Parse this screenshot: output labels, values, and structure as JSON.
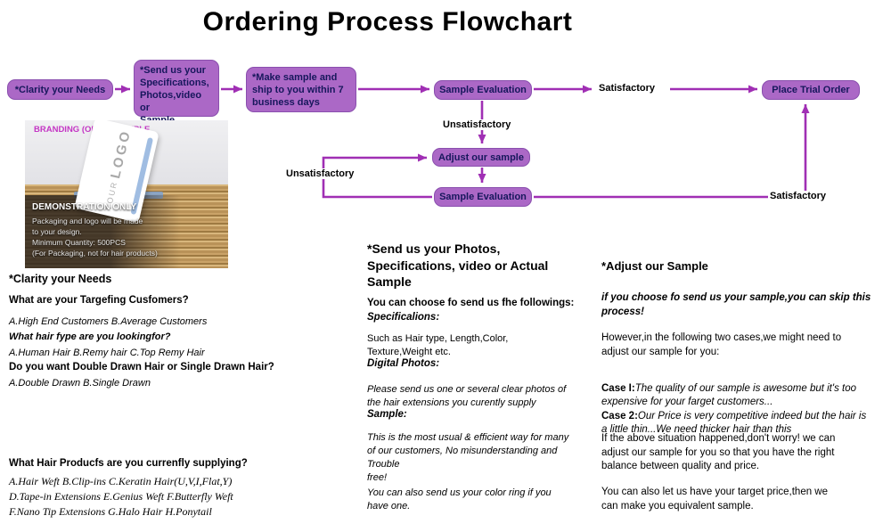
{
  "title": "Ordering Process Flowchart",
  "colors": {
    "node_fill": "#ab68c6",
    "node_border": "#8a4fae",
    "node_text": "#17175c",
    "arrow": "#a02fb4",
    "brand_caption": "#c435c4"
  },
  "flowchart": {
    "node_clarity": "*Clarity your Needs",
    "node_send": "*Send us your\nSpecifications,\nPhotos,video or\nSample",
    "node_make": "*Make sample and\nship to you within 7\nbusiness days",
    "node_eval1": "Sample Evaluation",
    "node_place": "Place Trial Order",
    "node_adjust": "Adjust our sample",
    "node_eval2": "Sample Evaluation",
    "label_satisfactory_top": "Satisfactory",
    "label_unsatisfactory_top": "Unsatisfactory",
    "label_unsatisfactory_left": "Unsatisfactory",
    "label_satisfactory_bottom": "Satisfactory"
  },
  "photo": {
    "brand_caption": "BRANDING (OEM) EXAMPLE",
    "logo_line1": "YOUR",
    "logo_line2": "LOGO",
    "demo_title": "DEMONSTRATION ONLY",
    "demo_lines": "Packaging and logo will be made\nto your design.\nMinimum Quantity: 500PCS\n(For Packaging, not for hair products)"
  },
  "clarity": {
    "heading": "*Clarity your Needs",
    "q1": "What are your Targefing Cusfomers?",
    "a1": "A.High End Customers    B.Average Customers",
    "q2": "What hair fype are you lookingfor?",
    "a2": "A.Human Hair   B.Remy hair   C.Top Remy Hair",
    "q3": "Do you want Double Drawn Hair or Single Drawn Hair?",
    "a3": "A.Double Drawn    B.Single Drawn"
  },
  "supplying": {
    "heading": "What Hair Producfs are you currenfly supplying?",
    "line1": "A.Hair Weft  B.Clip-ins  C.Keratin Hair(U,V,I,Flat,Y)",
    "line2": "D.Tape-in Extensions E.Genius Weft   F.Butterfly Weft",
    "line3": "F.Nano Tip Extensions G.Halo Hair  H.Ponytail"
  },
  "send_section": {
    "heading": "*Send us your Photos,\nSpecifications, video or Actual\nSample",
    "intro": "You can choose fo send us fhe followings:",
    "spec_label": "Specificalions:",
    "spec_text": "Such as Hair type, Length,Color,\nTexture,Weight etc.",
    "photos_label": "Digital Photos:",
    "photos_text": "Please send us one or several clear photos of\nthe hair extensions you curently supply",
    "sample_label": "Sample:",
    "sample_text": "This is the most usual & efficient way for many\nof our customers, No misunderstanding and\nTrouble\nfree!",
    "extra_text": "You can also send us your color ring if you\nhave one."
  },
  "adjust_section": {
    "heading": "*Adjust our Sample",
    "skip_note": "if you choose fo send us your sample,you can skip this\nprocess!",
    "however": "However,in the following two cases,we might need to\nadjust our sample for you:",
    "case1_label": "Case I:",
    "case1_text": "The quality of our sample is awesome but it's too\nexpensive for your farget customers...",
    "case2_label": "Case 2:",
    "case2_text": "Our Price is very competitive indeed but the hair is\na little thin...We need thicker hair than this",
    "solution": "If the above situation happened,don't worry! we can\nadjust our sample for you so that you have the right\nbalance between quality and price.",
    "target_price": "You can also let us have your target price,then we\ncan make you equivalent sample."
  }
}
